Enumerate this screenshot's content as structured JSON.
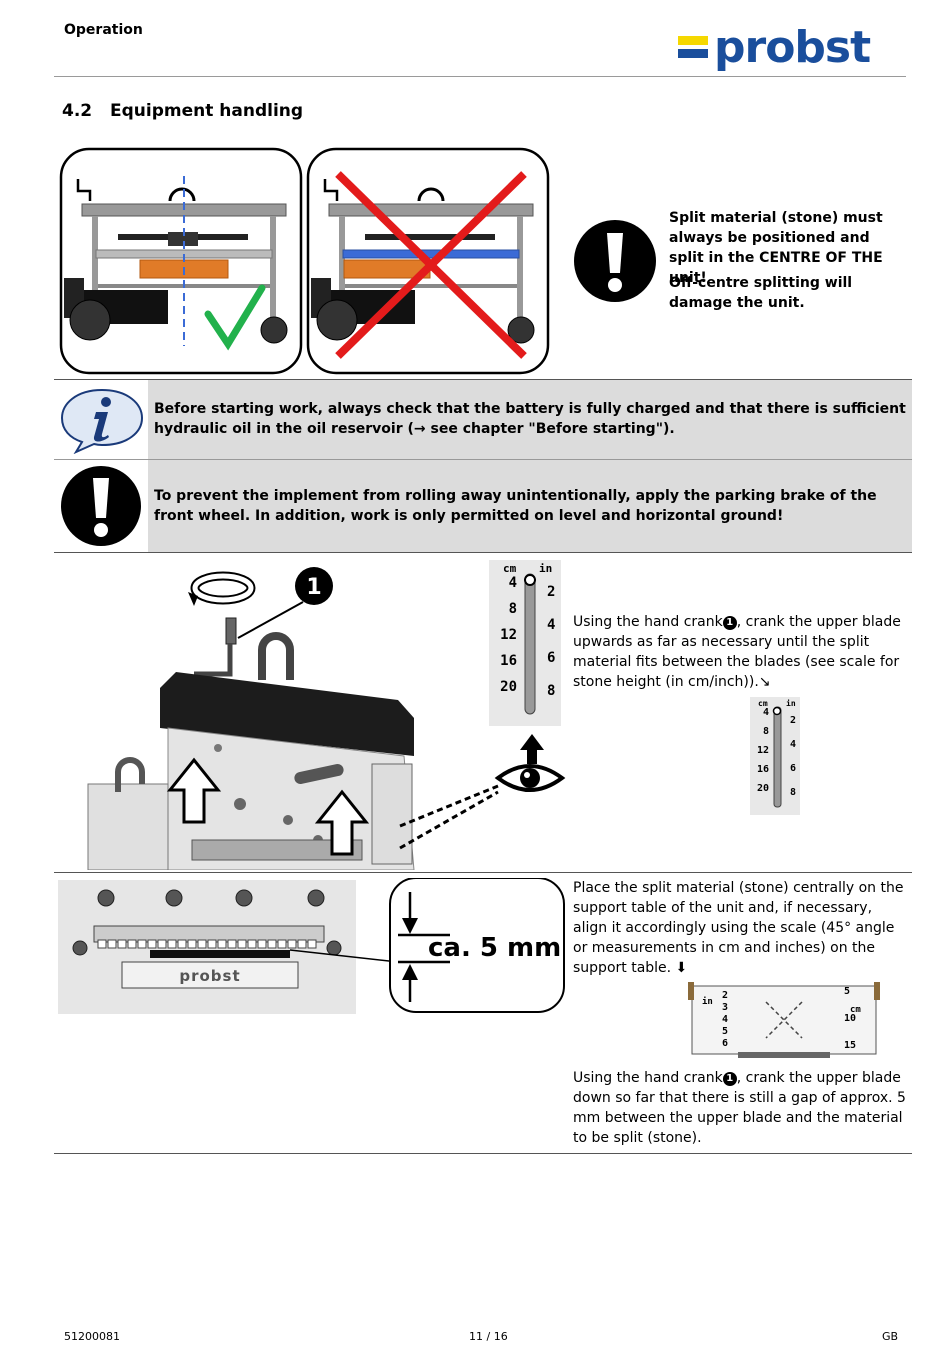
{
  "header": {
    "section": "Operation",
    "logo_text": "probst",
    "colors": {
      "brand_blue": "#1a4e9c",
      "brand_yellow": "#f5d800"
    }
  },
  "section": {
    "number": "4.2",
    "title": "Equipment handling"
  },
  "centre_warning": {
    "icon": "exclamation-icon",
    "line1": "Split material (stone) must always be positioned and split in the CENTRE OF THE unit!",
    "line2": "Off-centre splitting will damage the unit."
  },
  "info_box": {
    "icon": "info-icon",
    "text": "Before starting work, always check that the battery is fully charged and that there is sufficient hydraulic oil in the oil reservoir (→ see chapter \"Before starting\")."
  },
  "warning_box": {
    "icon": "exclamation-icon",
    "text": "To prevent the implement from rolling away unintentionally, apply the parking brake of the front wheel. In addition, work is only permitted on level and horizontal ground!"
  },
  "step1": {
    "callout_number": "1",
    "text_before": "Using the hand crank",
    "text_after": ", crank the upper blade upwards as far as necessary until the split material fits between the blades (see scale for stone height (in cm/inch)).↘",
    "scale": {
      "unit_left": "cm",
      "unit_right": "in",
      "cm_marks": [
        "4",
        "8",
        "12",
        "16",
        "20"
      ],
      "in_marks": [
        "2",
        "4",
        "6",
        "8"
      ]
    }
  },
  "step2": {
    "gap_label": "ca. 5 mm",
    "plate_brand": "probst",
    "text": "Place the split material (stone) centrally on the support table of the unit and, if necessary, align it accordingly using the scale (45° angle or measurements in cm and inches) on the support table. ⬇",
    "table_scale": {
      "in_label": "in",
      "cm_label": "cm",
      "in_marks": [
        "2",
        "3",
        "4",
        "5",
        "6"
      ],
      "cm_marks": [
        "5",
        "10",
        "15"
      ]
    }
  },
  "step3": {
    "text_before": "Using the hand crank",
    "text_after": ", crank the upper blade down so far that there is still a gap of approx. 5 mm between the upper blade and the material to be split (stone)."
  },
  "footer": {
    "doc_number": "51200081",
    "page": "11 / 16",
    "language": "GB"
  }
}
